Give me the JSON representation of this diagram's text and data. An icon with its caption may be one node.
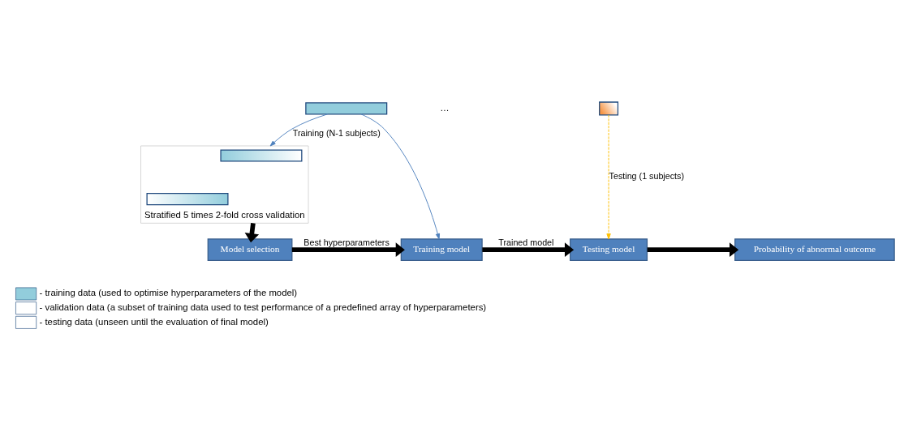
{
  "diagram": {
    "nodes": [
      {
        "text": [],
        "shape": "bar"
      },
      {
        "text": [],
        "shape": "box"
      },
      {
        "text": [
          "Stratified 5 times 2-fold cross validation"
        ]
      },
      {
        "text": [],
        "shape": "bar",
        "in": 2
      },
      {
        "text": [],
        "shape": "bar",
        "in": 2
      },
      {
        "text": [
          "Model selection"
        ]
      },
      {
        "text": [
          "Training model"
        ]
      },
      {
        "text": [
          "Testing model"
        ]
      },
      {
        "text": [
          "Probability of abnormal outcome"
        ]
      }
    ],
    "edges": [
      {
        "from": 0,
        "to": 2,
        "arrow": "to",
        "label": "Training (N-1 subjects)",
        "color": "#4f81bd"
      },
      {
        "from": 0,
        "to": 6,
        "arrow": "to",
        "color": "#4f81bd"
      },
      {
        "from": 1,
        "to": 7,
        "arrow": "to",
        "label": "Testing (1 subjects)",
        "style": "dashed",
        "color": "#ffc000"
      },
      {
        "from": 2,
        "to": 5,
        "arrow": "to"
      },
      {
        "from": 5,
        "to": 6,
        "arrow": "to",
        "label": "Best hyperparameters"
      },
      {
        "from": 6,
        "to": 7,
        "arrow": "to",
        "label": "Trained model"
      },
      {
        "from": 7,
        "to": 8,
        "arrow": "to"
      }
    ],
    "labels": [
      "…"
    ],
    "legend": [
      {
        "text": "- training data (used to optimise hyperparameters of the model)",
        "color": "#92cddc"
      },
      {
        "text": "- validation data (a subset of training data used to test performance of a predefined array of hyperparameters)"
      },
      {
        "text": "- testing data (unseen until the evaluation of final model)"
      }
    ]
  }
}
